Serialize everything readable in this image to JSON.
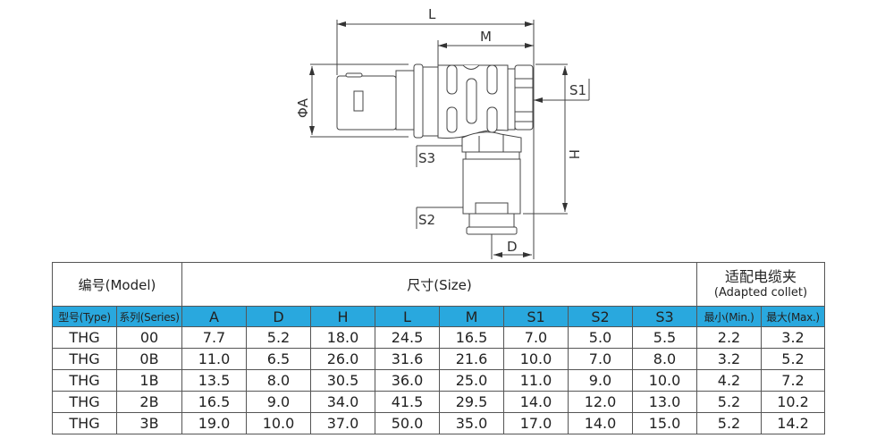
{
  "drawing": {
    "title": "Right-angle connector dimension drawing",
    "dimension_labels": {
      "L": "L",
      "M": "M",
      "A": "ΦA",
      "S1": "S1",
      "S2": "S2",
      "S3": "S3",
      "H": "H",
      "D": "D"
    }
  },
  "table": {
    "model_header": "编号(Model)",
    "size_header": "尺寸(Size)",
    "collet_header_cn": "适配电缆夹",
    "collet_header_en": "(Adapted collet)",
    "columns": [
      "型号(Type)",
      "系列(Series)",
      "A",
      "D",
      "H",
      "L",
      "M",
      "S1",
      "S2",
      "S3",
      "最小(Min.)",
      "最大(Max.)"
    ],
    "rows": [
      [
        "THG",
        "00",
        "7.7",
        "5.2",
        "18.0",
        "24.5",
        "16.5",
        "7.0",
        "5.0",
        "5.5",
        "2.2",
        "3.2"
      ],
      [
        "THG",
        "0B",
        "11.0",
        "6.5",
        "26.0",
        "31.6",
        "21.6",
        "10.0",
        "7.0",
        "8.0",
        "3.2",
        "5.2"
      ],
      [
        "THG",
        "1B",
        "13.5",
        "8.0",
        "30.5",
        "36.0",
        "25.0",
        "11.0",
        "9.0",
        "10.0",
        "4.2",
        "7.2"
      ],
      [
        "THG",
        "2B",
        "16.5",
        "9.0",
        "34.0",
        "41.5",
        "29.5",
        "14.0",
        "12.0",
        "13.0",
        "5.2",
        "10.2"
      ],
      [
        "THG",
        "3B",
        "19.0",
        "10.0",
        "37.0",
        "50.0",
        "35.0",
        "17.0",
        "14.0",
        "15.0",
        "5.2",
        "14.2"
      ]
    ]
  },
  "colors": {
    "header_blue": "#29a8de",
    "line": "#555555"
  }
}
